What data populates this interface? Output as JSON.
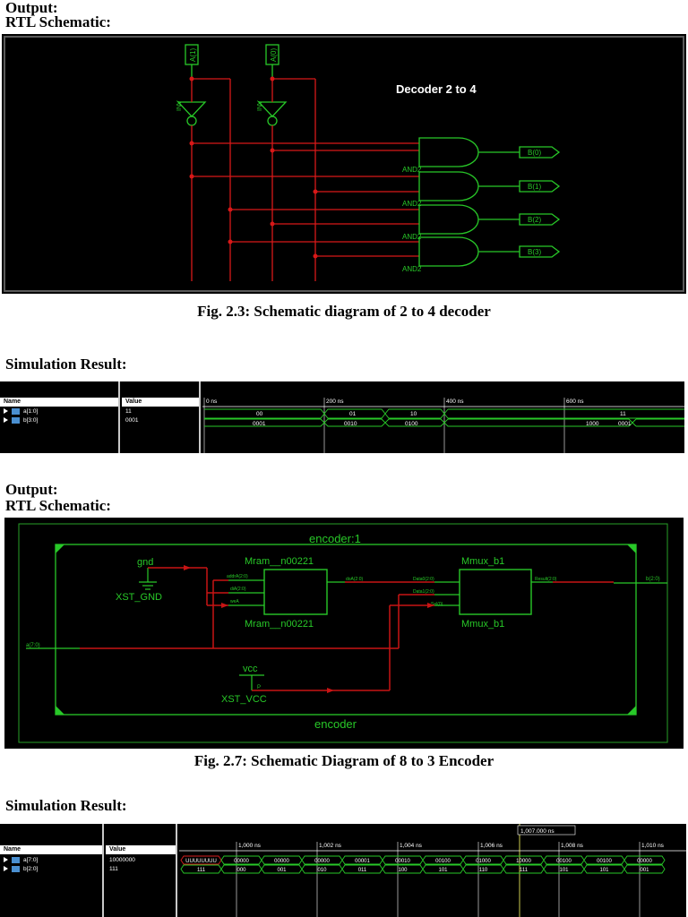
{
  "section1": {
    "output_label": "Output:",
    "rtl_label": "RTL Schematic:",
    "schematic": {
      "title": "Decoder 2 to 4",
      "inputs": [
        "A(1)",
        "A(0)"
      ],
      "inv_label": "INV",
      "gate_label": "AND2",
      "outputs": [
        "B(0)",
        "B(1)",
        "B(2)",
        "B(3)"
      ]
    },
    "caption": "Fig. 2.3: Schematic diagram of 2 to 4 decoder",
    "sim_label": "Simulation Result:",
    "sim": {
      "name_header": "Name",
      "value_header": "Value",
      "signals": [
        {
          "name": "a[1:0]",
          "value": "11"
        },
        {
          "name": "b[3:0]",
          "value": "0001"
        }
      ],
      "time_labels": [
        "0 ns",
        "200 ns",
        "400 ns",
        "600 ns"
      ],
      "a_values": [
        "00",
        "01",
        "10",
        "11"
      ],
      "b_values": [
        "0001",
        "0010",
        "0100",
        "1000",
        "0001"
      ]
    }
  },
  "section2": {
    "output_label": "Output:",
    "rtl_label": "RTL Schematic:",
    "schematic": {
      "outer_top": "encoder:1",
      "outer_bottom": "encoder",
      "gnd_top": "gnd",
      "gnd_name": "XST_GND",
      "vcc_top": "vcc",
      "vcc_name": "XST_VCC",
      "vcc_pin": "P",
      "mram_top": "Mram__n00221",
      "mram_bottom": "Mram__n00221",
      "mmux_top": "Mmux_b1",
      "mmux_bottom": "Mmux_b1",
      "mram_pins_in": [
        "addrA(2:0)",
        "diA(2:0)",
        "weA"
      ],
      "mram_pin_out": "doA(2:0)",
      "mmux_pins_in": [
        "Data0(2:0)",
        "Data1(2:0)",
        "Sel(0)"
      ],
      "mmux_pin_out": "Result(2:0)",
      "port_in": "a(7:0)",
      "port_out": "b(2:0)"
    },
    "caption": "Fig. 2.7: Schematic Diagram of  8 to 3 Encoder",
    "sim_label": "Simulation Result:",
    "sim": {
      "name_header": "Name",
      "value_header": "Value",
      "cursor_label": "1,007.000 ns",
      "signals": [
        {
          "name": "a[7:0]",
          "value": "10000000"
        },
        {
          "name": "b[2:0]",
          "value": "111"
        }
      ],
      "time_labels": [
        "1,000 ns",
        "1,002 ns",
        "1,004 ns",
        "1,006 ns",
        "1,008 ns",
        "1,010 ns"
      ],
      "a_values": [
        "UUUUUUUU",
        "00000",
        "00000",
        "00000",
        "00001",
        "00010",
        "00100",
        "01000",
        "10000",
        "00100",
        "00100",
        "00000"
      ],
      "b_values": [
        "111",
        "000",
        "001",
        "010",
        "011",
        "100",
        "101",
        "110",
        "111",
        "101",
        "101",
        "001"
      ]
    }
  }
}
